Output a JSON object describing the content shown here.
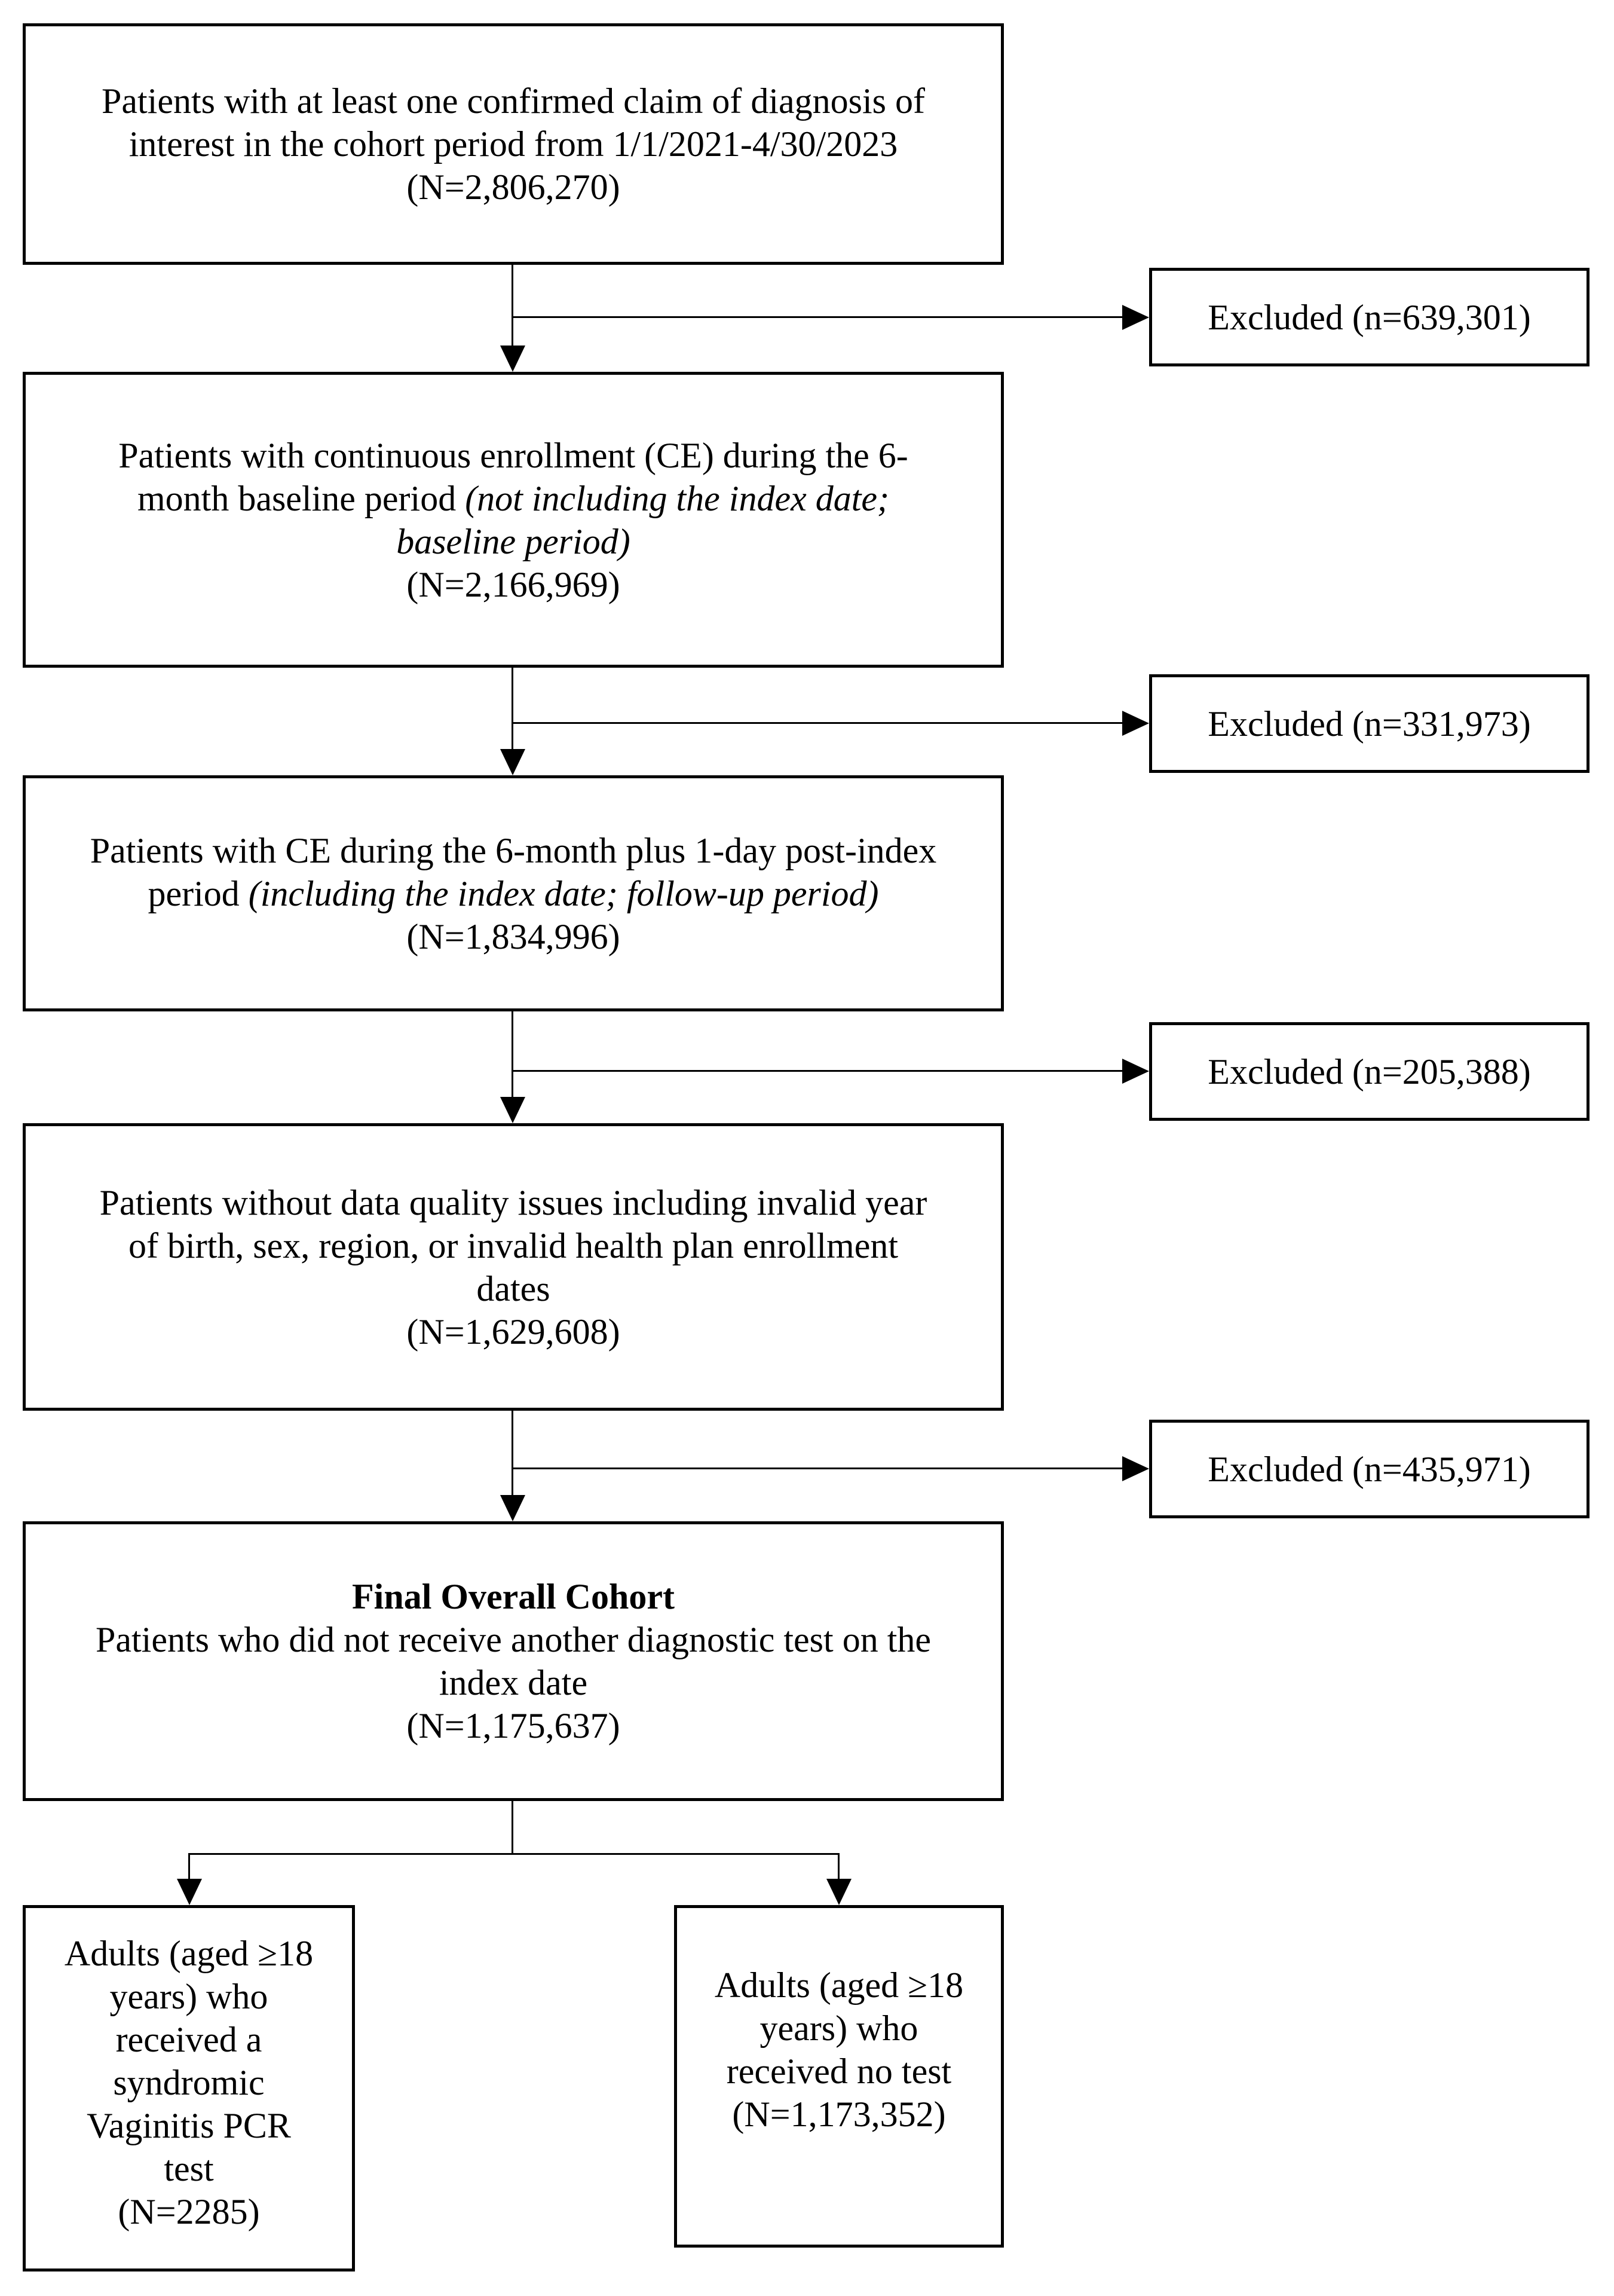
{
  "figure": {
    "background_color": "#ffffff",
    "line_color": "#000000"
  },
  "cohort_boxes": [
    {
      "text": "Patients with at least one confirmed claim of diagnosis of\ninterest in the cohort period from 1/1/2021-4/30/2023",
      "italic": "",
      "n": "(N=2,806,270)"
    },
    {
      "text": "Patients with continuous enrollment (CE) during the 6-\nmonth baseline period ",
      "italic": "(not including the index date;\nbaseline period)",
      "n": "(N=2,166,969)"
    },
    {
      "text": "Patients with CE during the 6-month plus 1-day post-index\nperiod ",
      "italic": "(including the index date; follow-up period)",
      "n": "(N=1,834,996)"
    },
    {
      "text": "Patients without data quality issues including invalid year\nof birth, sex, region, or invalid health plan enrollment\ndates",
      "italic": "",
      "n": "(N=1,629,608)"
    },
    {
      "title": "Final Overall Cohort",
      "text": "Patients who did not receive another diagnostic test on the\nindex date",
      "italic": "",
      "n": "(N=1,175,637)"
    }
  ],
  "excluded_boxes": [
    {
      "label": "Excluded (n=639,301)"
    },
    {
      "label": "Excluded (n=331,973)"
    },
    {
      "label": "Excluded (n=205,388)"
    },
    {
      "label": "Excluded (n=435,971)"
    }
  ],
  "outcome_boxes": [
    {
      "text": "Adults (aged ≥18\nyears) who\nreceived a\nsyndromic\nVaginitis PCR\ntest",
      "n": "(N=2285)"
    },
    {
      "text": "Adults (aged ≥18\nyears) who\nreceived no test",
      "n": "(N=1,173,352)"
    }
  ]
}
